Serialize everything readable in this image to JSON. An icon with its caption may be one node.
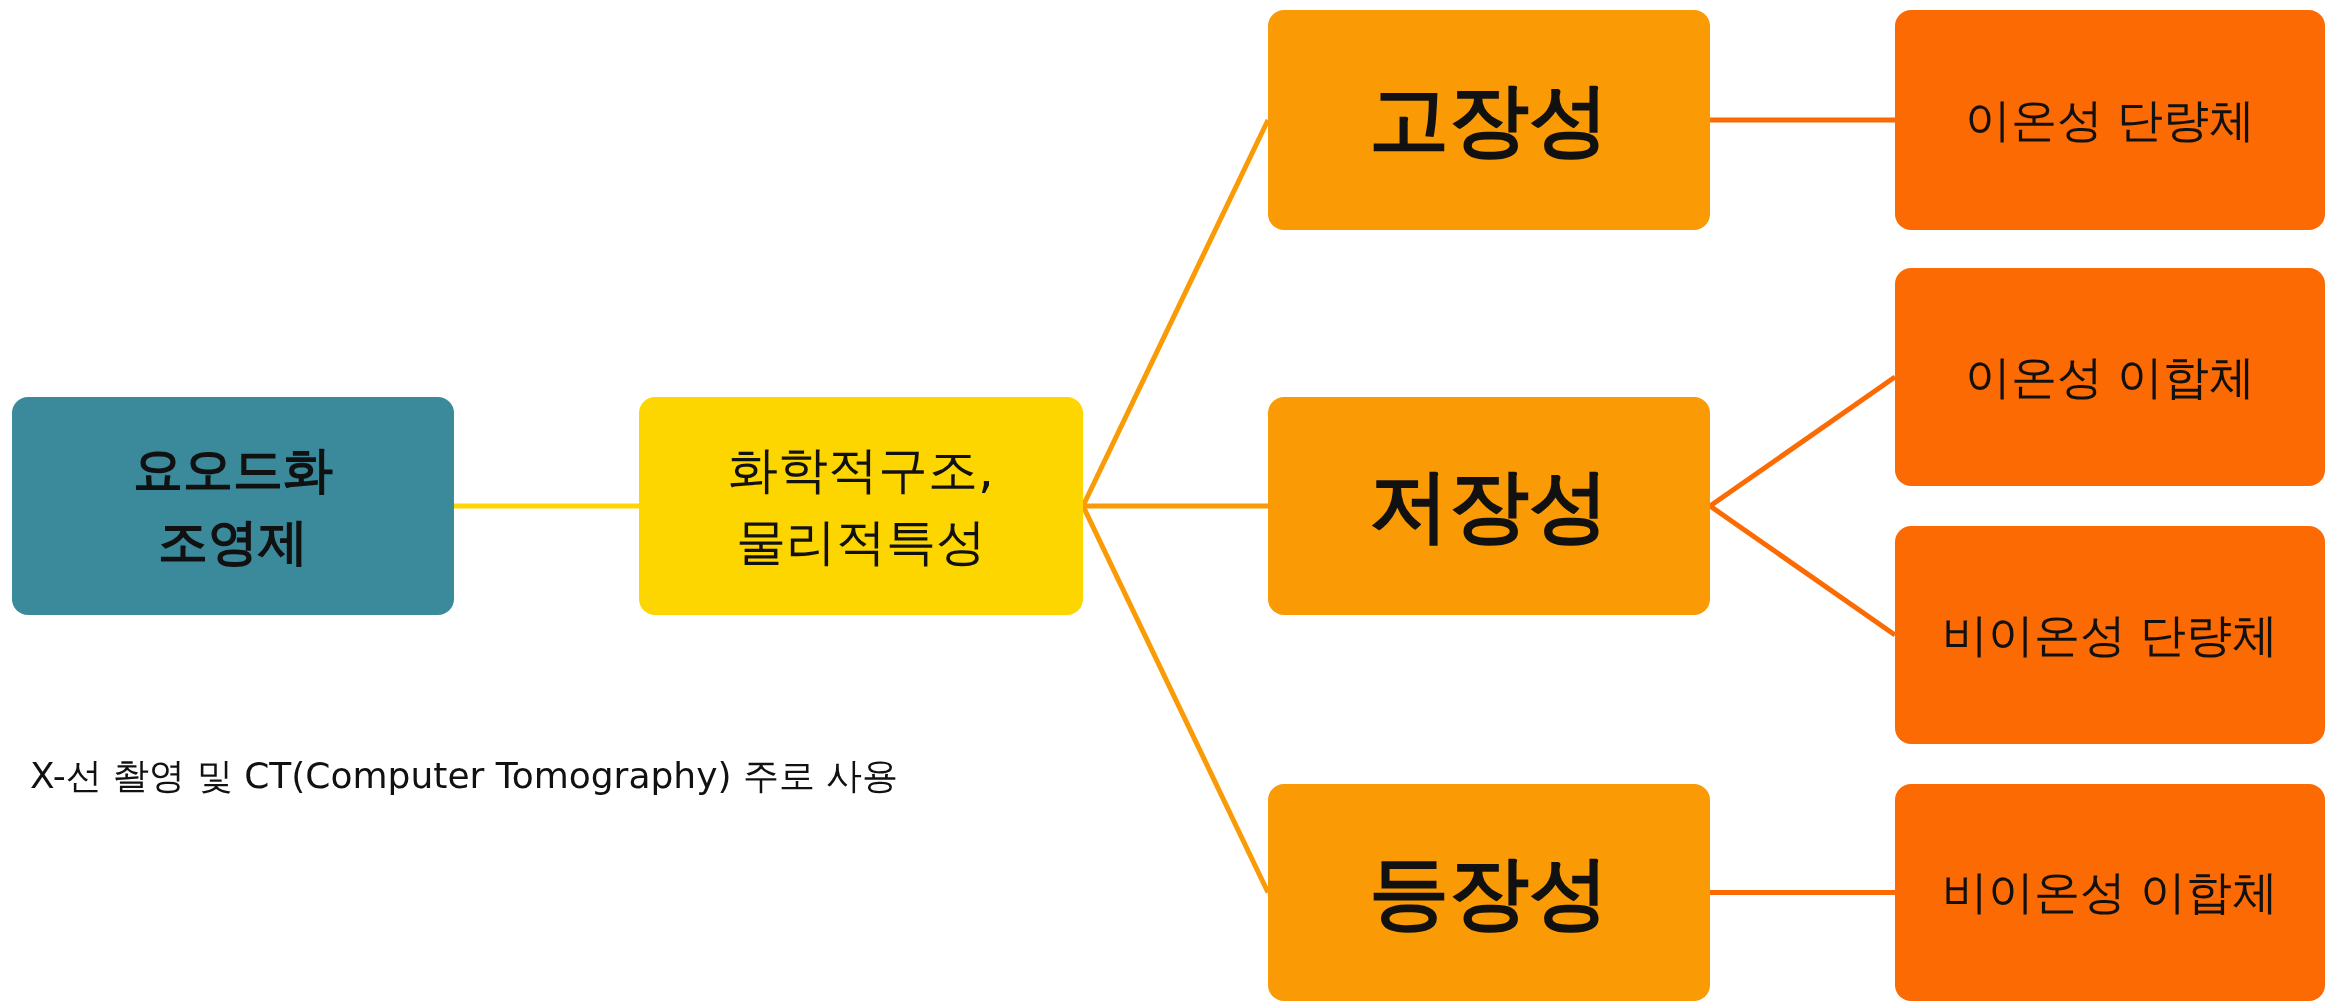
{
  "diagram": {
    "nodes": [
      {
        "text": [
          "요오드화 조영제"
        ]
      },
      {
        "text": [
          "화학적구조, 물리적특성"
        ]
      },
      {
        "text": [
          "고장성"
        ]
      },
      {
        "text": [
          "저장성"
        ]
      },
      {
        "text": [
          "등장성"
        ]
      },
      {
        "text": [
          "이온성 단량체"
        ]
      },
      {
        "text": [
          "이온성 이합체"
        ]
      },
      {
        "text": [
          "비이온성 단량체"
        ]
      },
      {
        "text": [
          "비이온성 이합체"
        ]
      }
    ],
    "edges": [
      {
        "from": 0,
        "to": 1,
        "arrow": "none",
        "color": "#fdd600"
      },
      {
        "from": 1,
        "to": 2,
        "arrow": "none",
        "color": "#fa9a05"
      },
      {
        "from": 1,
        "to": 3,
        "arrow": "none",
        "color": "#fa9a05"
      },
      {
        "from": 1,
        "to": 4,
        "arrow": "none",
        "color": "#fa9a05"
      },
      {
        "from": 2,
        "to": 5,
        "arrow": "none"
      },
      {
        "from": 3,
        "to": 6,
        "arrow": "none"
      },
      {
        "from": 3,
        "to": 7,
        "arrow": "none"
      },
      {
        "from": 4,
        "to": 8,
        "arrow": "none"
      }
    ],
    "labels": [
      "X-선 촬영 및 CT(Computer Tomography) 주로 사용"
    ]
  }
}
